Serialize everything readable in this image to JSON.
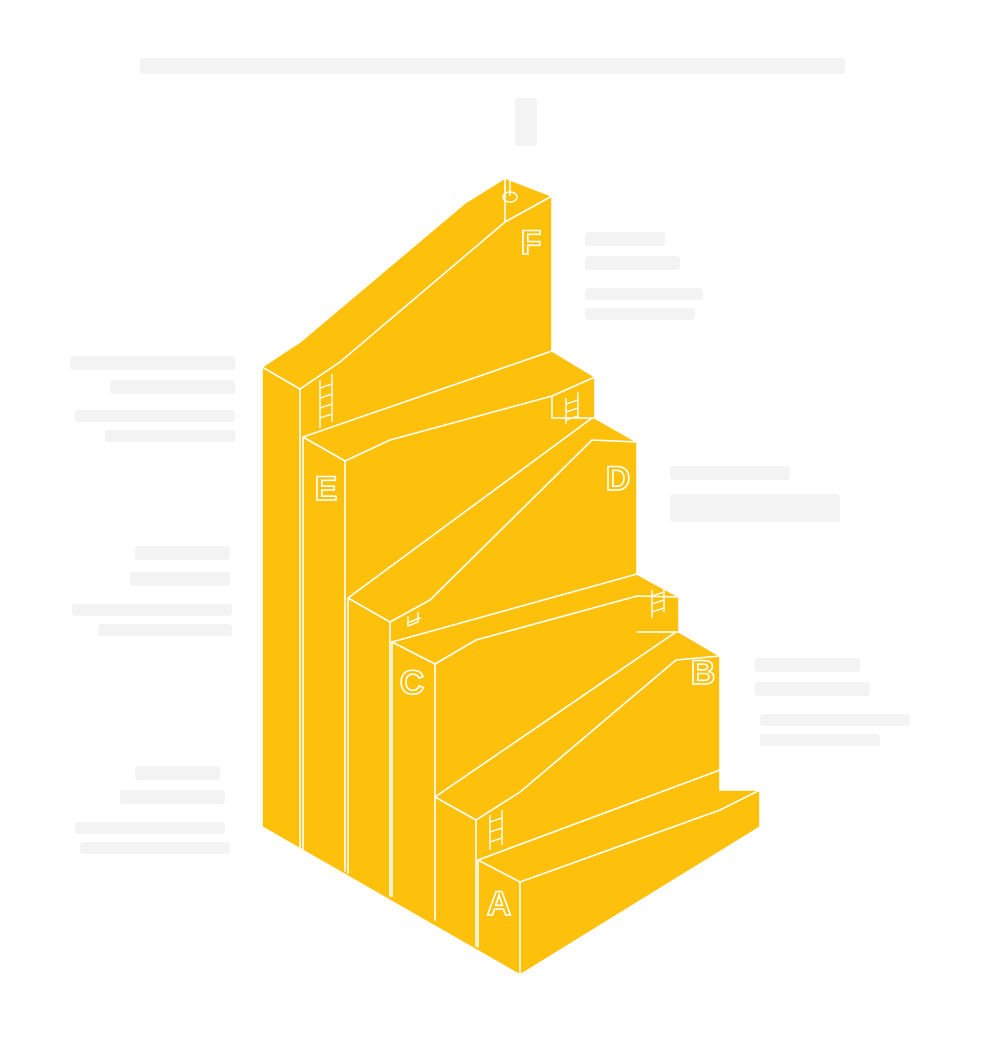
{
  "diagram": {
    "colors": {
      "block_fill": "#FDC10C",
      "edge_stroke": "#FFFFFF",
      "background": "#FFFFFF"
    },
    "steps": [
      {
        "id": "A",
        "label": "A"
      },
      {
        "id": "B",
        "label": "B"
      },
      {
        "id": "C",
        "label": "C"
      },
      {
        "id": "D",
        "label": "D"
      },
      {
        "id": "E",
        "label": "E"
      },
      {
        "id": "F",
        "label": "F"
      }
    ],
    "icons": {
      "ladder": "ladder-icon",
      "summit_marker": "summit-marker-icon"
    }
  }
}
